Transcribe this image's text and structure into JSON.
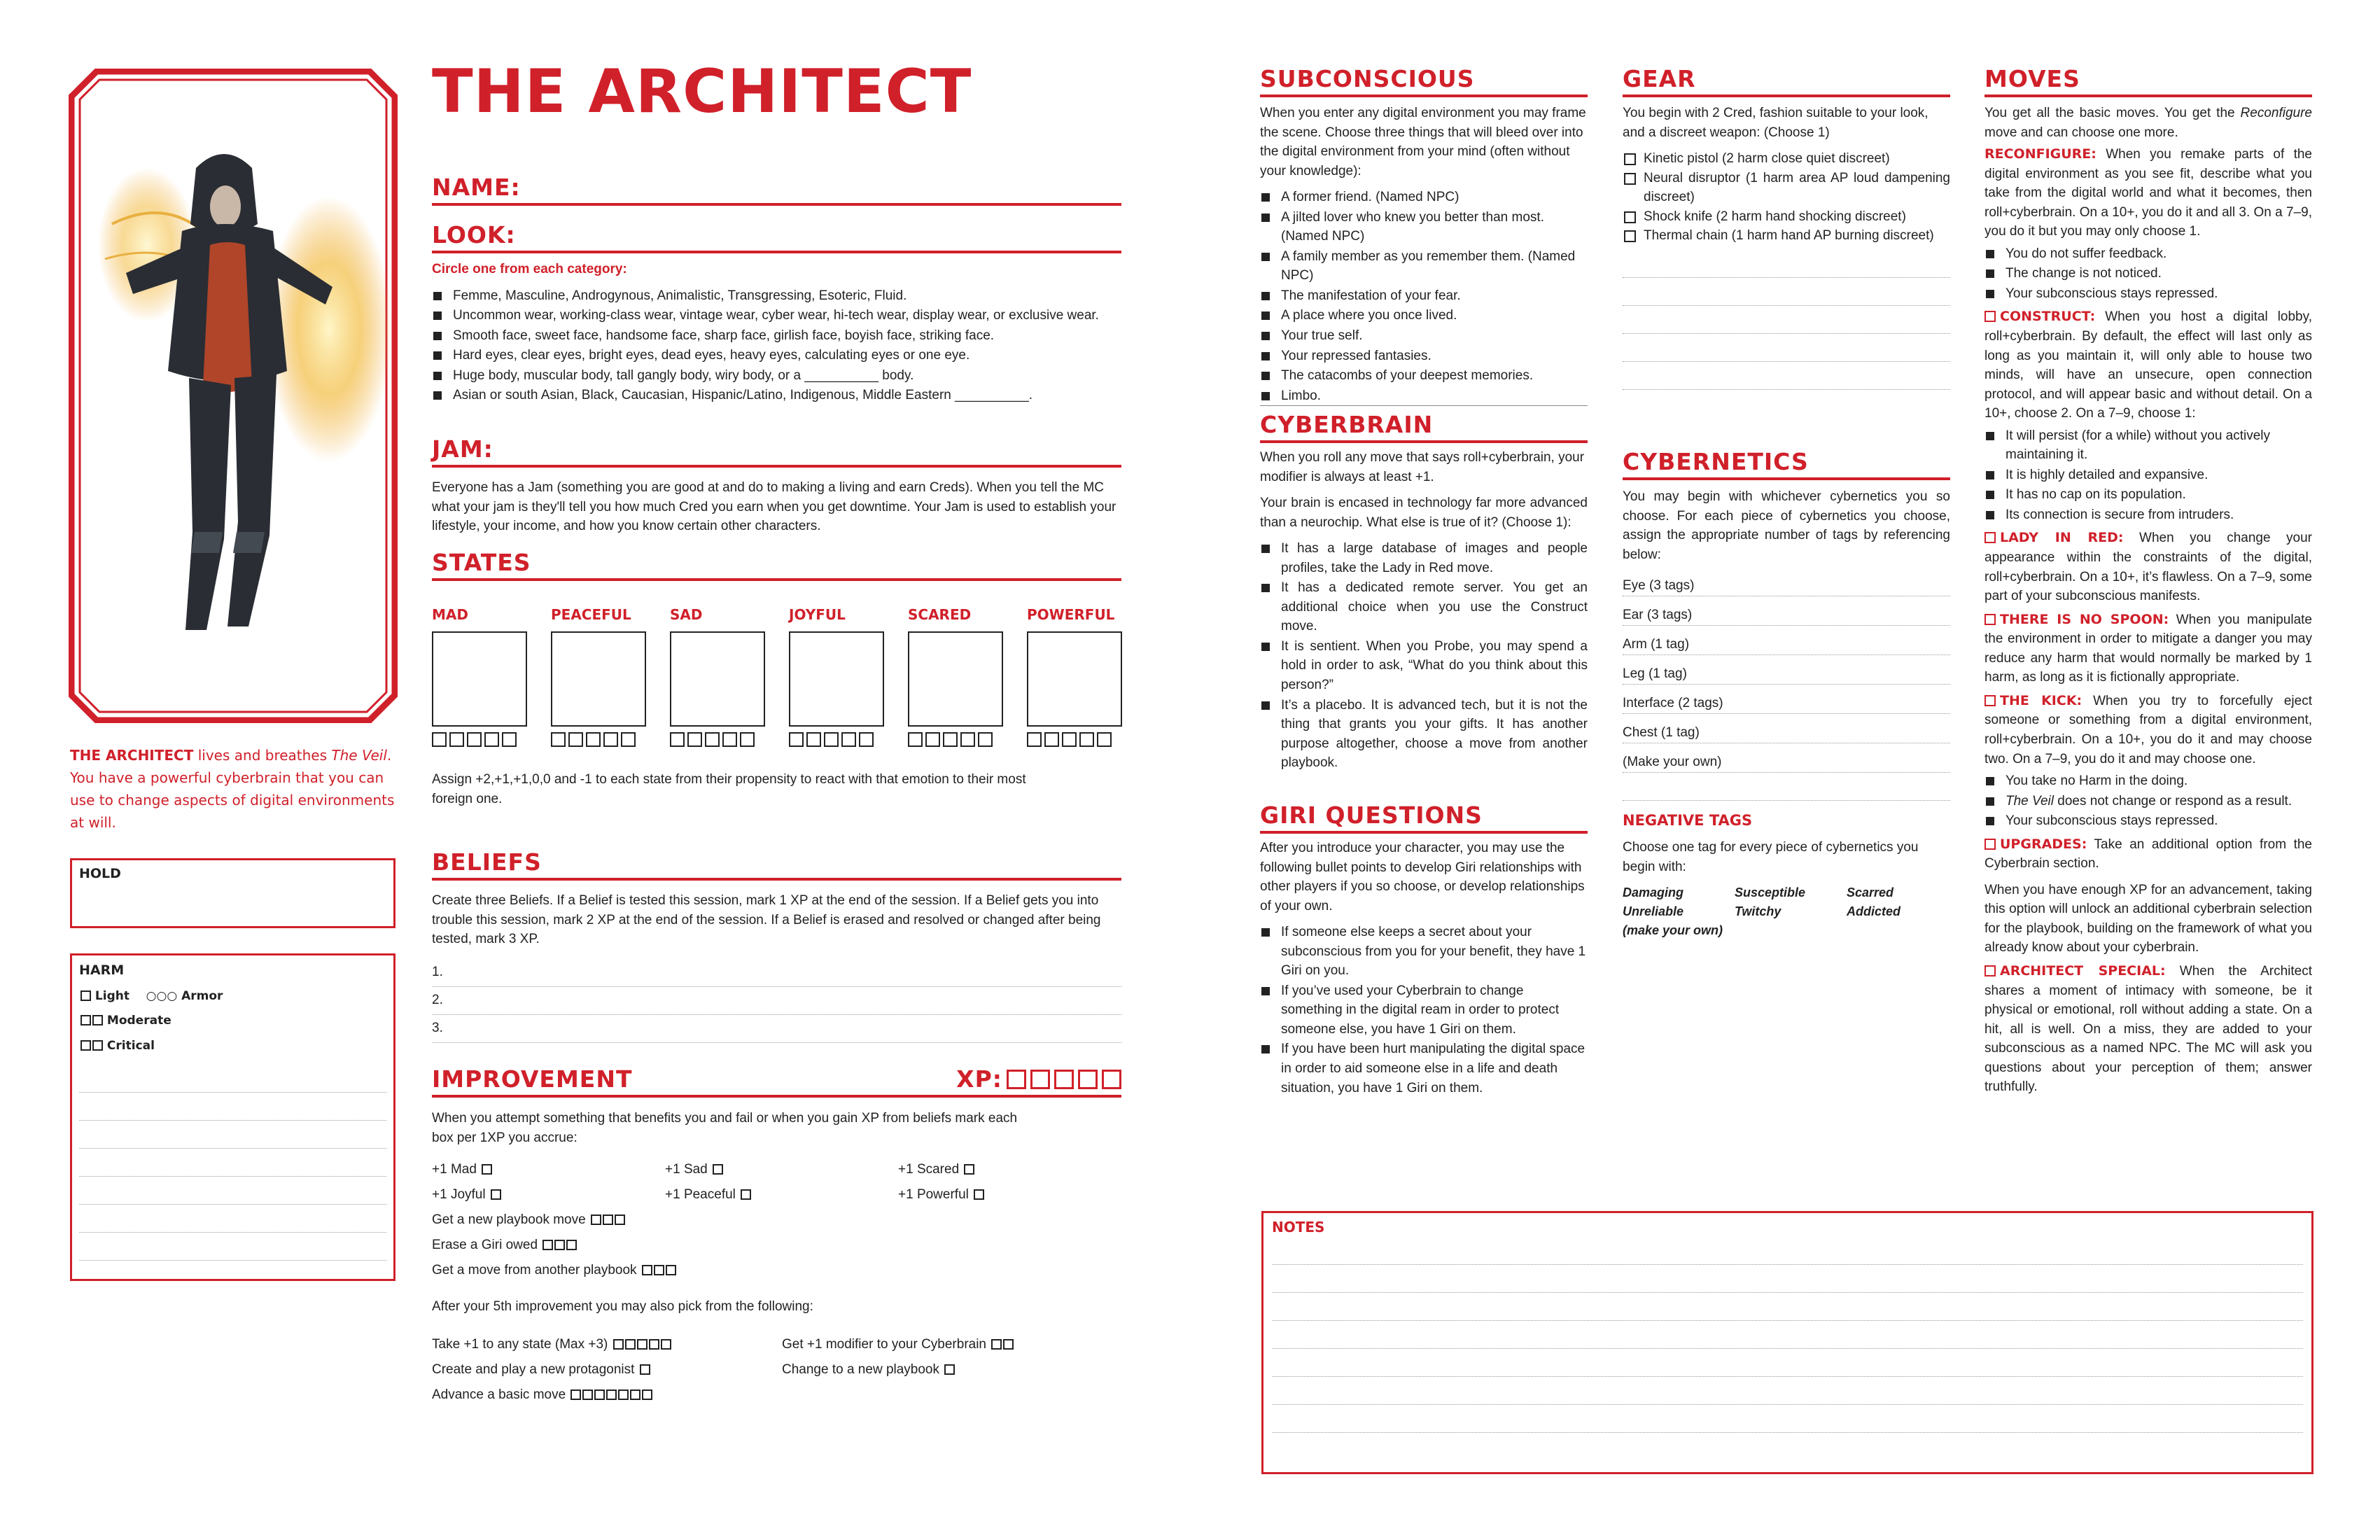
{
  "title": "THE ARCHITECT",
  "intro": {
    "name": "THE ARCHITECT",
    "text1": " lives and breathes ",
    "veil": "The Veil",
    "text2": ". You have a powerful cyberbrain that you can use to change aspects of digital environments at will."
  },
  "hold": {
    "label": "HOLD"
  },
  "harm": {
    "label": "HARM",
    "light": "Light",
    "armor": "Armor",
    "moderate": "Moderate",
    "critical": "Critical"
  },
  "name": {
    "label": "NAME:"
  },
  "look": {
    "label": "LOOK:",
    "instruction": "Circle one from each category:",
    "items": [
      "Femme, Masculine, Androgynous, Animalistic, Transgressing, Esoteric, Fluid.",
      "Uncommon wear, working-class wear, vintage wear, cyber wear, hi-tech wear, display wear, or exclusive wear.",
      "Smooth face, sweet face, handsome face, sharp face, girlish face, boyish face, striking face.",
      "Hard eyes, clear eyes, bright eyes, dead eyes, heavy eyes, calculating eyes or one eye.",
      "Huge body, muscular body, tall gangly body, wiry body, or a __________ body.",
      "Asian or south Asian, Black, Caucasian, Hispanic/Latino, Indigenous, Middle Eastern __________."
    ]
  },
  "jam": {
    "label": "JAM:",
    "text": "Everyone has a Jam (something you are good at and do to making a living and earn Creds). When you tell the MC what your jam is they'll tell you how much Cred you earn when you get downtime. Your Jam is used to establish your lifestyle, your income, and how you know certain other characters."
  },
  "states": {
    "label": "STATES",
    "names": [
      "MAD",
      "PEACEFUL",
      "SAD",
      "JOYFUL",
      "SCARED",
      "POWERFUL"
    ],
    "text": "Assign +2,+1,+1,0,0 and -1 to each state from their propensity to react with that emotion to their most foreign one."
  },
  "beliefs": {
    "label": "BELIEFS",
    "text": "Create three Beliefs. If a Belief is tested this session, mark 1 XP at the end of the session. If a Belief gets you into trouble this session, mark 2 XP at the end of the session. If a Belief is erased and resolved or changed after being tested, mark 3 XP.",
    "lines": [
      "1.",
      "2.",
      "3."
    ]
  },
  "improvement": {
    "label": "IMPROVEMENT",
    "xp_label": "XP:",
    "text": "When you attempt something that benefits you and fail or when you gain XP from beliefs mark each box per 1XP you accrue:",
    "row1": [
      "+1 Mad",
      "+1 Sad",
      "+1 Scared"
    ],
    "row2": [
      "+1 Joyful",
      "+1 Peaceful",
      "+1 Powerful"
    ],
    "new_move": "Get a new playbook move",
    "erase_giri": "Erase a Giri owed",
    "other_move": "Get a move from another playbook",
    "after": "After your 5th improvement you may also pick from the following:",
    "take1": "Take +1 to any state (Max +3)",
    "create": "Create and play a new protagonist",
    "advance": "Advance a basic move",
    "modifier": "Get +1 modifier to your Cyberbrain",
    "change": "Change to a new playbook"
  },
  "subconscious": {
    "label": "SUBCONSCIOUS",
    "text": "When you enter any digital environment you may frame the scene. Choose three things that will bleed over into the digital environment from your mind (often without your knowledge):",
    "items": [
      "A former friend. (Named NPC)",
      "A jilted lover who knew you better than most. (Named NPC)",
      "A family member as you remember them. (Named NPC)",
      "The manifestation of your fear.",
      "A place where you once lived.",
      "Your true self.",
      "Your repressed fantasies.",
      "The catacombs of your deepest memories.",
      "Limbo."
    ]
  },
  "cyberbrain": {
    "label": "CYBERBRAIN",
    "text1": "When you roll any move that says roll+cyberbrain, your modifier is always at least +1.",
    "text2": "Your brain is encased in technology far more advanced than a neurochip. What else is true of it? (Choose  1):",
    "items": [
      "It has a large database of images and people profiles, take the Lady in Red move.",
      "It has a dedicated remote server. You get an additional choice when you use the Construct move.",
      "It is sentient. When you Probe, you may spend a hold in order to ask, “What do you think about this person?”",
      "It’s a placebo. It is advanced tech, but it is not the thing that grants you your gifts. It has another purpose altogether, choose a move from another playbook."
    ]
  },
  "giri": {
    "label": "GIRI QUESTIONS",
    "text": "After you introduce your character, you may use the following bullet points to develop Giri relationships with other players if you so choose, or develop relationships of your own.",
    "items": [
      "If someone else keeps a secret about your subconscious from you for your benefit, they have 1 Giri on you.",
      "If you’ve used your Cyberbrain to change something in the digital ream in order to protect someone else, you have 1 Giri on them.",
      "If you have been hurt manipulating the digital space in order to aid someone else in a life and death situation, you have 1 Giri on them."
    ]
  },
  "notes": {
    "label": "NOTES"
  },
  "gear": {
    "label": "GEAR",
    "text": "You begin with 2 Cred, fashion suitable to your look, and a discreet weapon: (Choose 1)",
    "items": [
      "Kinetic pistol (2 harm close quiet discreet)",
      "Neural disruptor (1 harm area AP loud dampening discreet)",
      "Shock knife (2 harm hand shocking discreet)",
      "Thermal chain (1 harm hand AP burning discreet)"
    ]
  },
  "cybernetics": {
    "label": "CYBERNETICS",
    "text": "You may begin with whichever cybernetics you so choose. For each piece of cybernetics you choose, assign the appropriate number of tags by referencing below:",
    "items": [
      "Eye (3 tags)",
      "Ear (3 tags)",
      "Arm (1 tag)",
      "Leg (1 tag)",
      "Interface (2 tags)",
      "Chest (1 tag)",
      "(Make your own)"
    ]
  },
  "negative_tags": {
    "label": "NEGATIVE TAGS",
    "text": "Choose one tag for every piece of cybernetics you begin with:",
    "tags": [
      "Damaging",
      "Susceptible",
      "Scarred",
      "Unreliable",
      "Twitchy",
      "Addicted",
      "(make your own)"
    ]
  },
  "moves": {
    "label": "MOVES",
    "intro1": "You get all the basic moves. You get the ",
    "intro_move": "Reconfigure",
    "intro2": " move and can choose one more.",
    "reconfigure": {
      "title": "RECONFIGURE:",
      "text": " When you remake parts of the digital environment as you see fit, describe what you take from the digital world and what it becomes, then roll+cyberbrain. On a 10+, you do it and all 3. On a 7–9, you do it but you may only choose 1.",
      "items": [
        "You do not suffer feedback.",
        "The change is not noticed.",
        "Your subconscious stays repressed."
      ]
    },
    "construct": {
      "title": "CONSTRUCT:",
      "text": " When you host a digital lobby, roll+cyberbrain. By default, the effect will last only as long as you maintain it, will only able to house two minds, will have an unsecure, open connection protocol, and will appear basic and without detail. On a 10+, choose 2. On a 7–9, choose 1:",
      "items": [
        "It will persist (for a while) without you actively maintaining it.",
        "It is highly detailed and expansive.",
        "It has no cap on its population.",
        "Its connection is secure from intruders."
      ]
    },
    "lady": {
      "title": "LADY IN RED:",
      "text": " When you change your appearance within the constraints of the digital, roll+cyberbrain. On a 10+, it’s flawless. On a 7–9, some part of your subconscious manifests."
    },
    "spoon": {
      "title": "THERE IS NO SPOON:",
      "text": " When you manipulate the environment in order to mitigate a danger you may reduce any harm that would normally be marked by 1 harm, as long as it is fictionally appropriate."
    },
    "kick": {
      "title": "THE KICK:",
      "text": " When you try to forcefully eject someone or something from a digital environment, roll+cyberbrain. On a 10+, you do it and may choose two. On a 7–9, you do it and may choose one.",
      "items": [
        "You take no Harm in the doing.",
        " does not change or respond as a result.",
        "Your subconscious stays repressed."
      ],
      "veil": "The Veil"
    },
    "upgrades": {
      "title": "UPGRADES:",
      "text": " Take an additional option from the Cyberbrain section."
    },
    "advancement": "When you have enough XP for an advancement, taking this option will unlock an additional cyberbrain selection for the playbook, building on the framework of what you already know about your cyberbrain.",
    "special": {
      "title": "ARCHITECT SPECIAL:",
      "text": " When the Architect shares a moment of intimacy with someone, be it physical or emotional, roll without adding a state. On a hit, all is well. On a miss, they are added to your subconscious as a named NPC. The MC will ask you questions about your perception of them; answer truthfully."
    }
  }
}
